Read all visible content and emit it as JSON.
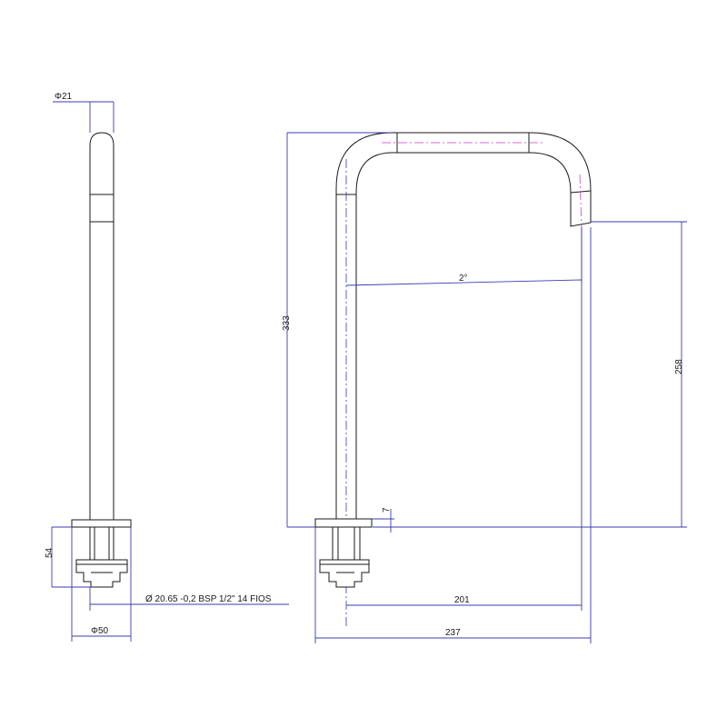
{
  "colors": {
    "outline": "#1a1a1a",
    "dimension": "#3b3bb0",
    "centerline": "#c040c0"
  },
  "side_view": {
    "dia_top": "Φ21",
    "height": "54",
    "thread": "Ø 20.65 -0,2 BSP 1/2\"  14 FIOS",
    "dia_base": "Φ50"
  },
  "front_view": {
    "height_total": "333",
    "angle": "2°",
    "spout_height": "258",
    "base_gap": "7",
    "reach": "201",
    "width_total": "237"
  }
}
